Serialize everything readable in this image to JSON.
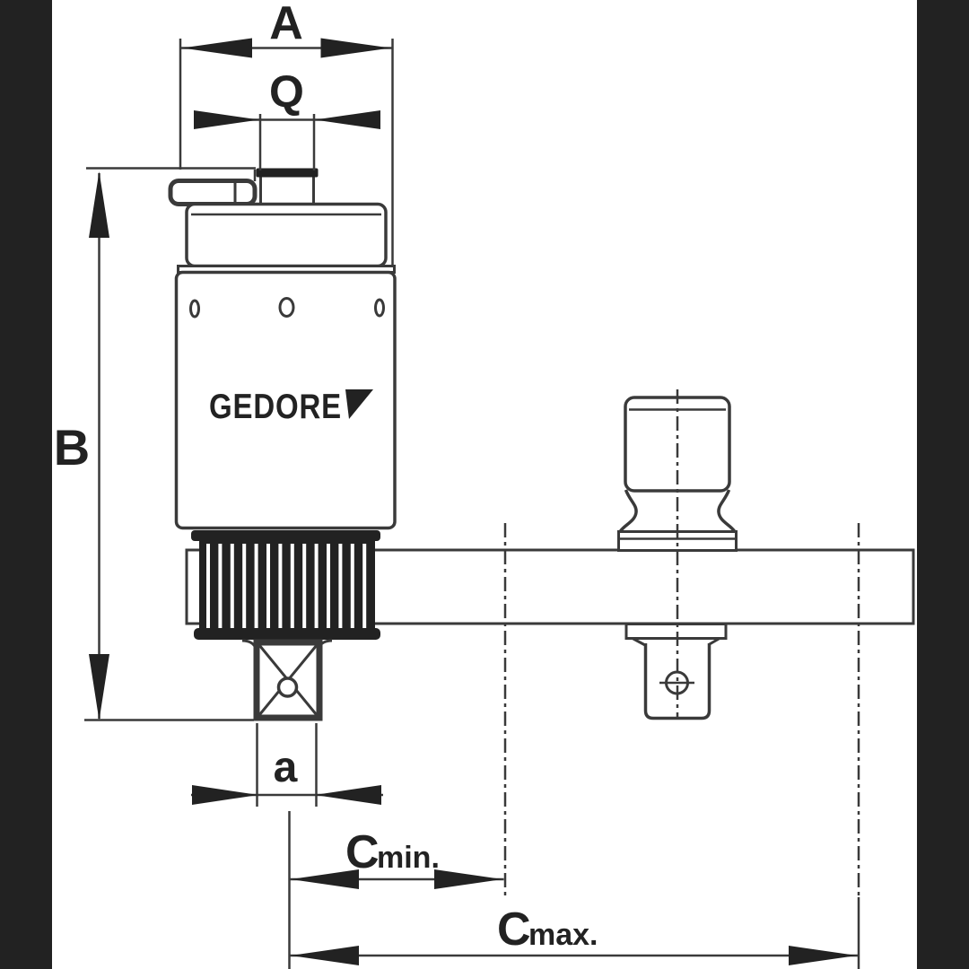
{
  "drawing": {
    "type": "technical-dimension-drawing",
    "subject": "GEDORE torque multiplier with reaction arm and socket adapter",
    "brand": "GEDORE",
    "labels": {
      "width_overall": "A",
      "input_drive": "Q",
      "height_overall": "B",
      "output_drive": "a",
      "c_min_main": "C",
      "c_min_sub": "min.",
      "c_max_main": "C",
      "c_max_sub": "max."
    },
    "colors": {
      "line": "#3a3a3a",
      "fill": "#222222",
      "background": "#ffffff",
      "letterbox": "#000000"
    }
  }
}
